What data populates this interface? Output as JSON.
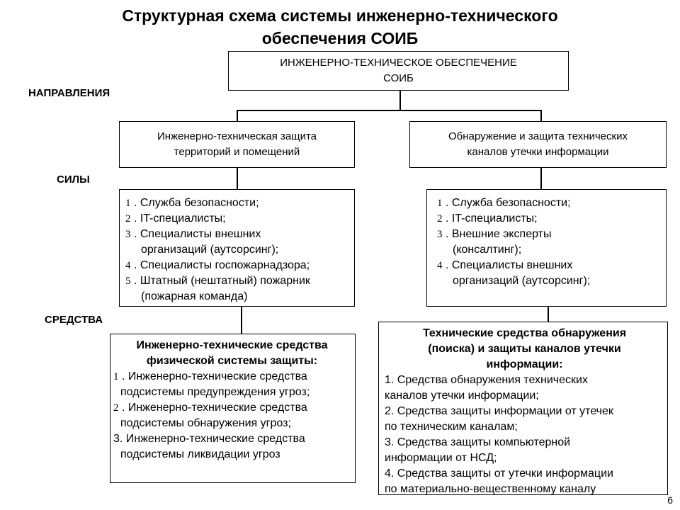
{
  "title": {
    "line1": "Структурная схема системы инженерно-технического",
    "line2": "обеспечения СОИБ"
  },
  "top_box": {
    "line1": "ИНЖЕНЕРНО-ТЕХНИЧЕСКОЕ ОБЕСПЕЧЕНИЕ",
    "line2": "СОИБ"
  },
  "labels": {
    "directions": "НАПРАВЛЕНИЯ",
    "forces": "СИЛЫ",
    "means": "СРЕДСТВА"
  },
  "directions": {
    "left": {
      "line1": "Инженерно-техническая защита",
      "line2": "территорий и помещений"
    },
    "right": {
      "line1": "Обнаружение и защита технических",
      "line2": "каналов утечки  информации"
    }
  },
  "forces_left": [
    {
      "num": "1",
      "line1": ". Служба безопасности;",
      "line2": ""
    },
    {
      "num": "2",
      "line1": ". IT-специалисты;",
      "line2": ""
    },
    {
      "num": "3",
      "line1": ". Специалисты внешних",
      "line2": "организаций (аутсорсинг);"
    },
    {
      "num": "4",
      "line1": ". Специалисты госпожарнадзора;",
      "line2": ""
    },
    {
      "num": "5",
      "line1": ". Штатный (нештатный) пожарник",
      "line2": "(пожарная команда)"
    }
  ],
  "forces_right": [
    {
      "num": "1",
      "line1": ". Служба безопасности;",
      "line2": ""
    },
    {
      "num": "2",
      "line1": ". IT-специалисты;",
      "line2": ""
    },
    {
      "num": "3",
      "line1": ". Внешние эксперты",
      "line2": "(консалтинг);"
    },
    {
      "num": "4",
      "line1": ". Специалисты внешних",
      "line2": "организаций (аутсорсинг);"
    }
  ],
  "means_left": {
    "header_line1": "Инженерно-технические средства",
    "header_line2": "физической системы защиты:",
    "items": [
      {
        "num": "1",
        "line1": ". Инженерно-технические средства",
        "line2": "подсистемы предупреждения угроз;"
      },
      {
        "num": "2",
        "line1": ". Инженерно-технические средства",
        "line2": "подсистемы обнаружения угроз;"
      },
      {
        "num": "",
        "line1": "3. Инженерно-технические средства",
        "line2": "подсистемы ликвидации угроз"
      }
    ]
  },
  "means_right": {
    "header_line1": "Технические средства обнаружения",
    "header_line2": "(поиска) и защиты каналов утечки",
    "header_line3": "информации:",
    "items": [
      {
        "line1": "1. Средства обнаружения технических",
        "line2": "каналов утечки информации;"
      },
      {
        "line1": "2. Средства защиты информации от утечек",
        "line2": "по техническим каналам;"
      },
      {
        "line1": "3. Средства защиты компьютерной",
        "line2": "информации  от НСД;"
      },
      {
        "line1": "4.  Средства защиты от утечки информации",
        "line2": "по материально-вещественному каналу"
      }
    ]
  },
  "page_number": "6"
}
